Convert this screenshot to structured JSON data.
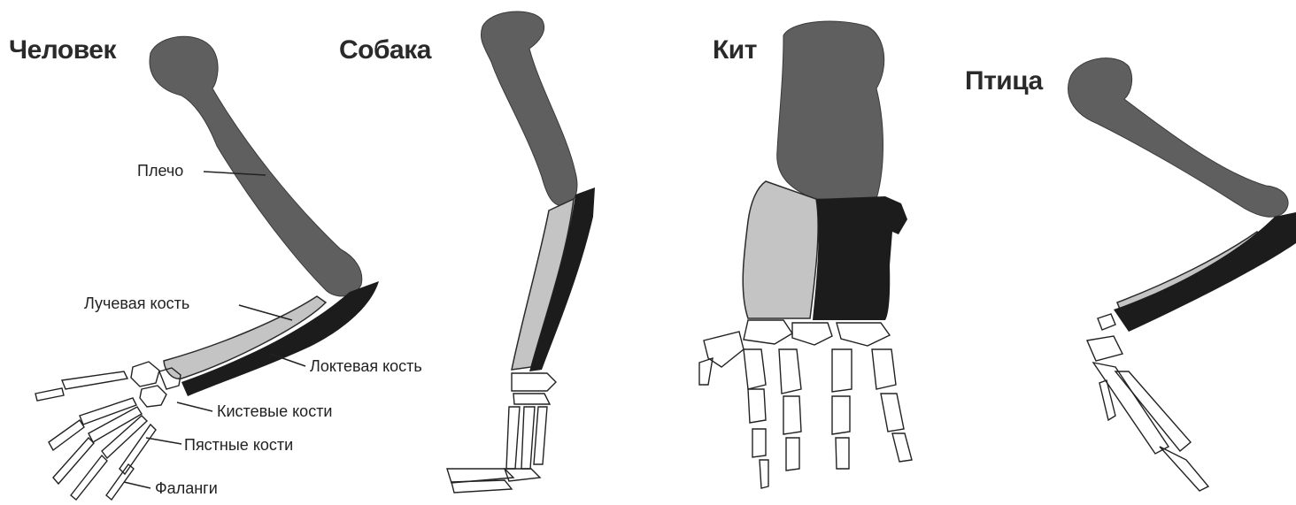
{
  "titles": {
    "human": "Человек",
    "dog": "Собака",
    "whale": "Кит",
    "bird": "Птица"
  },
  "labels": {
    "humerus": "Плечо",
    "radius": "Лучевая кость",
    "ulna": "Локтевая кость",
    "carpals": "Кистевые кости",
    "metacarpals": "Пястные кости",
    "phalanges": "Фаланги"
  },
  "colors": {
    "humerus": "#5f5f5f",
    "radius": "#c4c4c4",
    "ulna": "#1c1c1c",
    "hand_outline": "#222222"
  }
}
